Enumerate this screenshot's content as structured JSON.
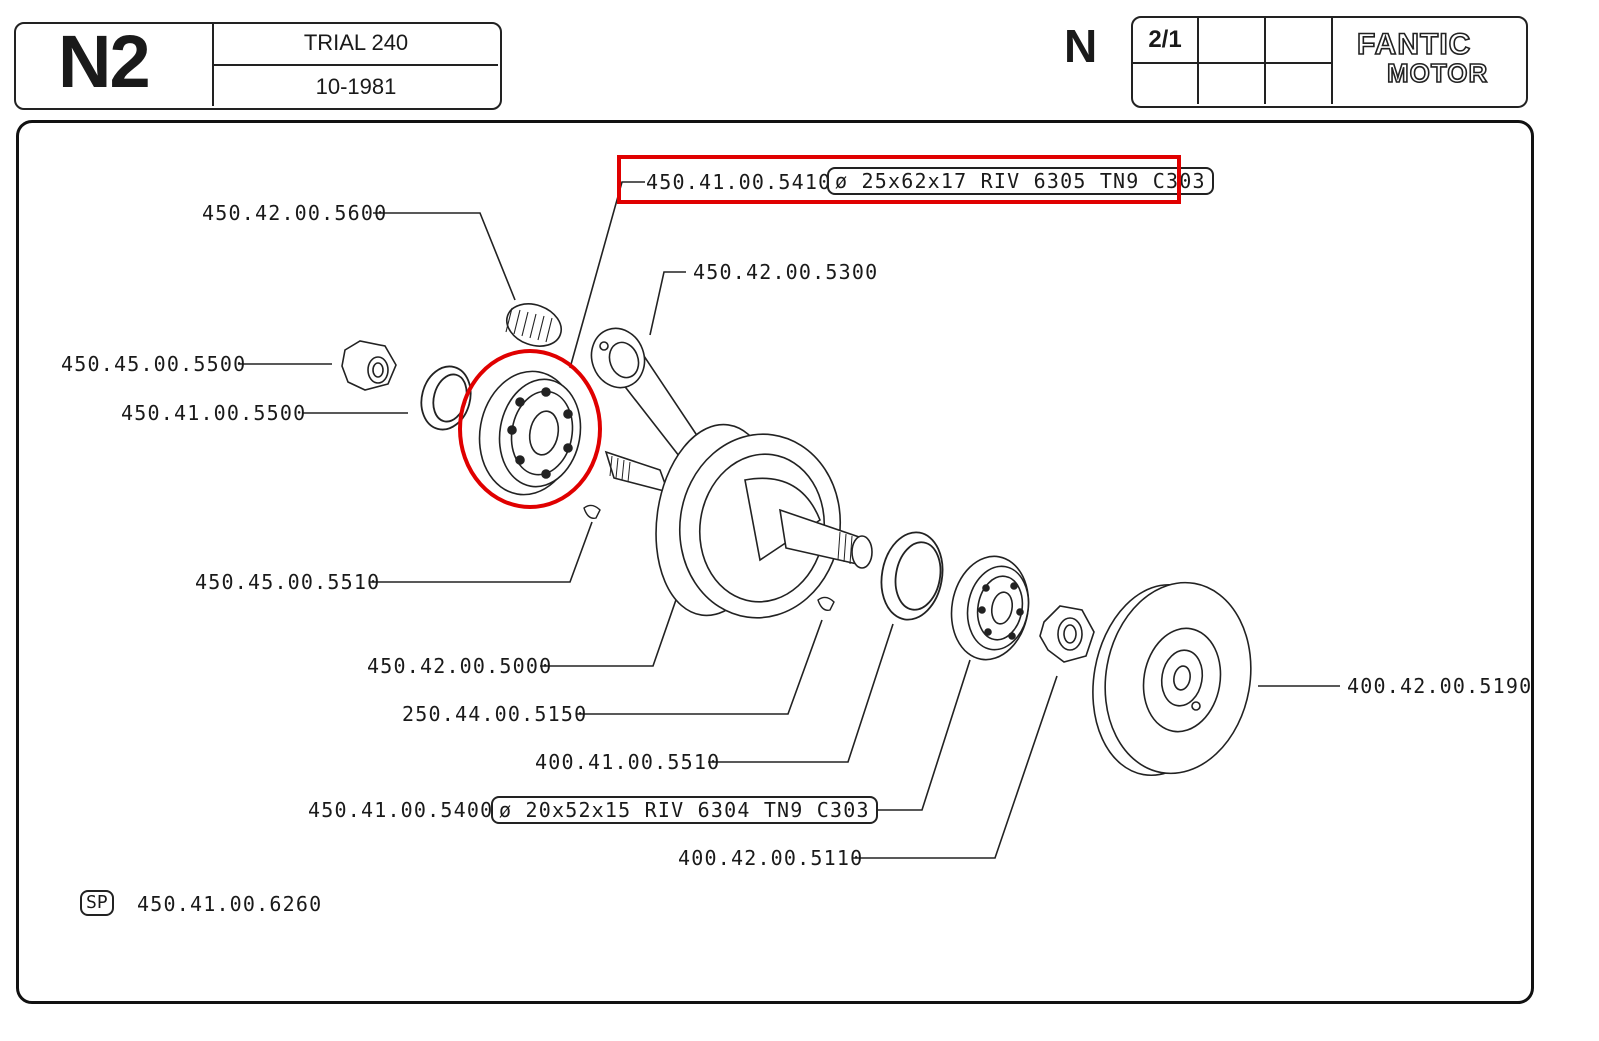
{
  "header": {
    "group_code": "N2",
    "model": "TRIAL 240",
    "date": "10-1981",
    "section_letter": "N",
    "sheet": "2/1",
    "brand_line1": "FANTIC",
    "brand_line2": "MOTOR"
  },
  "parts": [
    {
      "id": "p5410",
      "number": "450.41.00.5410",
      "spec": "ø 25x62x17 RIV 6305 TN9 C303"
    },
    {
      "id": "p5600",
      "number": "450.42.00.5600"
    },
    {
      "id": "p5300",
      "number": "450.42.00.5300"
    },
    {
      "id": "p45_5500",
      "number": "450.45.00.5500"
    },
    {
      "id": "p41_5500",
      "number": "450.41.00.5500"
    },
    {
      "id": "p5510",
      "number": "450.45.00.5510"
    },
    {
      "id": "p5000",
      "number": "450.42.00.5000"
    },
    {
      "id": "p5150",
      "number": "250.44.00.5150"
    },
    {
      "id": "p400_5510",
      "number": "400.41.00.5510"
    },
    {
      "id": "p5400",
      "number": "450.41.00.5400",
      "spec": "ø 20x52x15 RIV 6304 TN9 C303"
    },
    {
      "id": "p5110",
      "number": "400.42.00.5110"
    },
    {
      "id": "p5190",
      "number": "400.42.00.5190"
    }
  ],
  "spare_kit": {
    "badge": "SP",
    "number": "450.41.00.6260"
  },
  "highlights": {
    "color": "#e00000"
  }
}
